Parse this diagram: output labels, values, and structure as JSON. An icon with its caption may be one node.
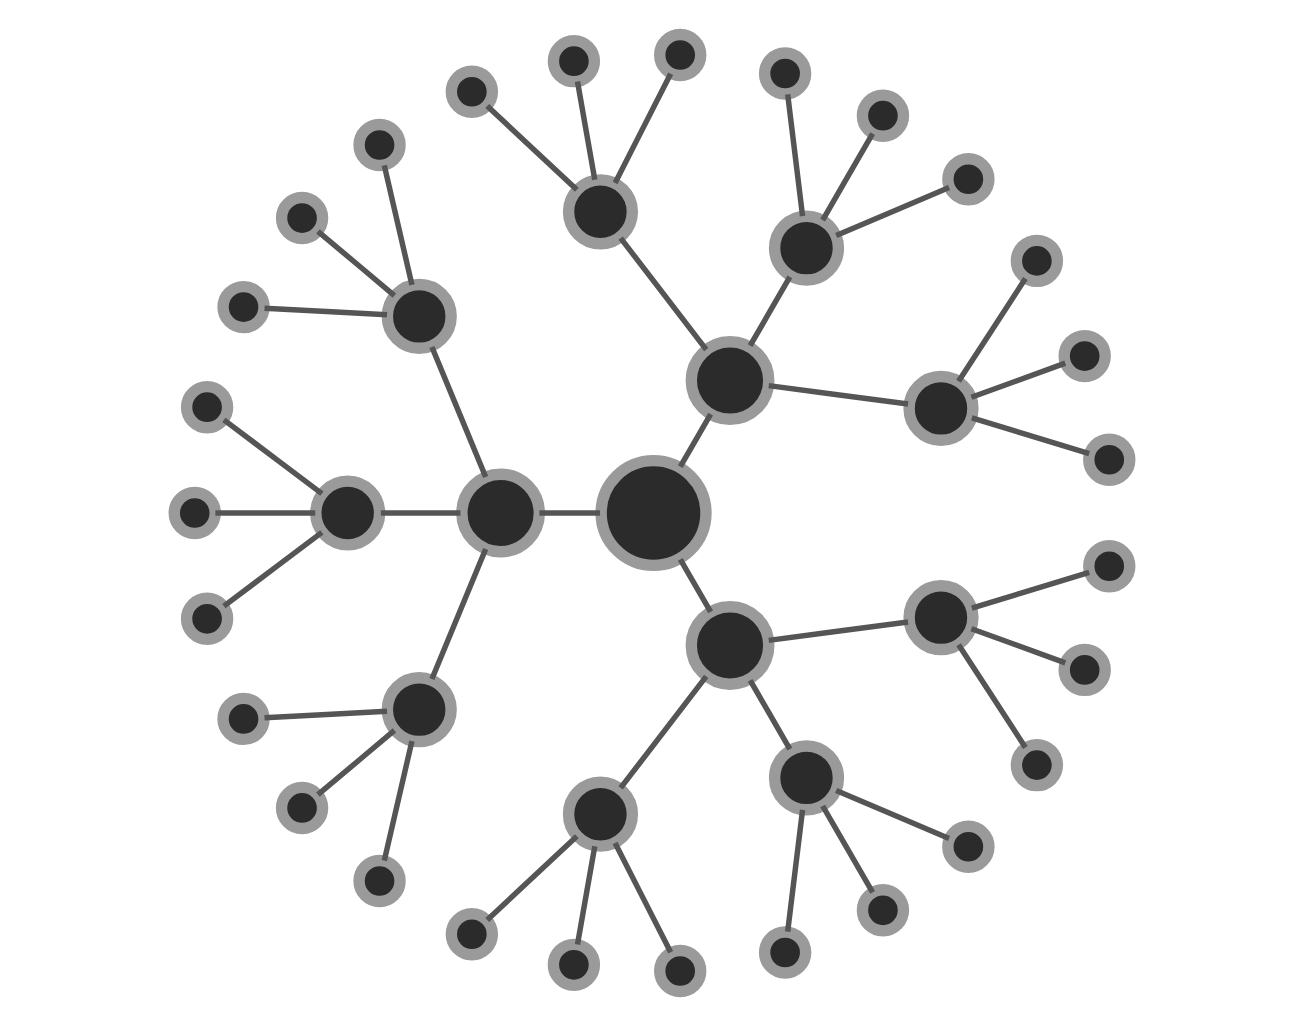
{
  "diagram": {
    "nodes": [
      {
        "text": [],
        "shape": "circle"
      },
      {
        "text": [],
        "shape": "circle"
      },
      {
        "text": [],
        "shape": "circle"
      },
      {
        "text": [],
        "shape": "circle"
      },
      {
        "text": [],
        "shape": "circle"
      },
      {
        "text": [],
        "shape": "circle"
      },
      {
        "text": [],
        "shape": "circle"
      },
      {
        "text": [],
        "shape": "circle"
      },
      {
        "text": [],
        "shape": "circle"
      },
      {
        "text": [],
        "shape": "circle"
      },
      {
        "text": [],
        "shape": "circle"
      },
      {
        "text": [],
        "shape": "circle"
      },
      {
        "text": [],
        "shape": "circle"
      },
      {
        "text": [],
        "shape": "circle"
      },
      {
        "text": [],
        "shape": "circle"
      },
      {
        "text": [],
        "shape": "circle"
      },
      {
        "text": [],
        "shape": "circle"
      },
      {
        "text": [],
        "shape": "circle"
      },
      {
        "text": [],
        "shape": "circle"
      },
      {
        "text": [],
        "shape": "circle"
      },
      {
        "text": [],
        "shape": "circle"
      },
      {
        "text": [],
        "shape": "circle"
      },
      {
        "text": [],
        "shape": "circle"
      },
      {
        "text": [],
        "shape": "circle"
      },
      {
        "text": [],
        "shape": "circle"
      },
      {
        "text": [],
        "shape": "circle"
      },
      {
        "text": [],
        "shape": "circle"
      },
      {
        "text": [],
        "shape": "circle"
      },
      {
        "text": [],
        "shape": "circle"
      },
      {
        "text": [],
        "shape": "circle"
      },
      {
        "text": [],
        "shape": "circle"
      },
      {
        "text": [],
        "shape": "circle"
      },
      {
        "text": [],
        "shape": "circle"
      },
      {
        "text": [],
        "shape": "circle"
      },
      {
        "text": [],
        "shape": "circle"
      },
      {
        "text": [],
        "shape": "circle"
      },
      {
        "text": [],
        "shape": "circle"
      },
      {
        "text": [],
        "shape": "circle"
      },
      {
        "text": [],
        "shape": "circle"
      },
      {
        "text": [],
        "shape": "circle"
      }
    ],
    "edges": [
      {
        "from": 0,
        "to": 1,
        "arrow": "none"
      },
      {
        "from": 0,
        "to": 2,
        "arrow": "none"
      },
      {
        "from": 0,
        "to": 3,
        "arrow": "none"
      },
      {
        "from": 1,
        "to": 4,
        "arrow": "none"
      },
      {
        "from": 1,
        "to": 5,
        "arrow": "none"
      },
      {
        "from": 1,
        "to": 6,
        "arrow": "none"
      },
      {
        "from": 2,
        "to": 7,
        "arrow": "none"
      },
      {
        "from": 2,
        "to": 8,
        "arrow": "none"
      },
      {
        "from": 2,
        "to": 9,
        "arrow": "none"
      },
      {
        "from": 3,
        "to": 10,
        "arrow": "none"
      },
      {
        "from": 3,
        "to": 11,
        "arrow": "none"
      },
      {
        "from": 3,
        "to": 12,
        "arrow": "none"
      },
      {
        "from": 4,
        "to": 13,
        "arrow": "none"
      },
      {
        "from": 4,
        "to": 14,
        "arrow": "none"
      },
      {
        "from": 4,
        "to": 15,
        "arrow": "none"
      },
      {
        "from": 5,
        "to": 16,
        "arrow": "none"
      },
      {
        "from": 5,
        "to": 17,
        "arrow": "none"
      },
      {
        "from": 5,
        "to": 18,
        "arrow": "none"
      },
      {
        "from": 6,
        "to": 19,
        "arrow": "none"
      },
      {
        "from": 6,
        "to": 20,
        "arrow": "none"
      },
      {
        "from": 6,
        "to": 21,
        "arrow": "none"
      },
      {
        "from": 7,
        "to": 22,
        "arrow": "none"
      },
      {
        "from": 7,
        "to": 23,
        "arrow": "none"
      },
      {
        "from": 7,
        "to": 24,
        "arrow": "none"
      },
      {
        "from": 8,
        "to": 25,
        "arrow": "none"
      },
      {
        "from": 8,
        "to": 26,
        "arrow": "none"
      },
      {
        "from": 8,
        "to": 27,
        "arrow": "none"
      },
      {
        "from": 9,
        "to": 28,
        "arrow": "none"
      },
      {
        "from": 9,
        "to": 29,
        "arrow": "none"
      },
      {
        "from": 9,
        "to": 30,
        "arrow": "none"
      },
      {
        "from": 10,
        "to": 31,
        "arrow": "none"
      },
      {
        "from": 10,
        "to": 32,
        "arrow": "none"
      },
      {
        "from": 10,
        "to": 33,
        "arrow": "none"
      },
      {
        "from": 11,
        "to": 34,
        "arrow": "none"
      },
      {
        "from": 11,
        "to": 35,
        "arrow": "none"
      },
      {
        "from": 11,
        "to": 36,
        "arrow": "none"
      },
      {
        "from": 12,
        "to": 37,
        "arrow": "none"
      },
      {
        "from": 12,
        "to": 38,
        "arrow": "none"
      },
      {
        "from": 12,
        "to": 39,
        "arrow": "none"
      }
    ]
  }
}
